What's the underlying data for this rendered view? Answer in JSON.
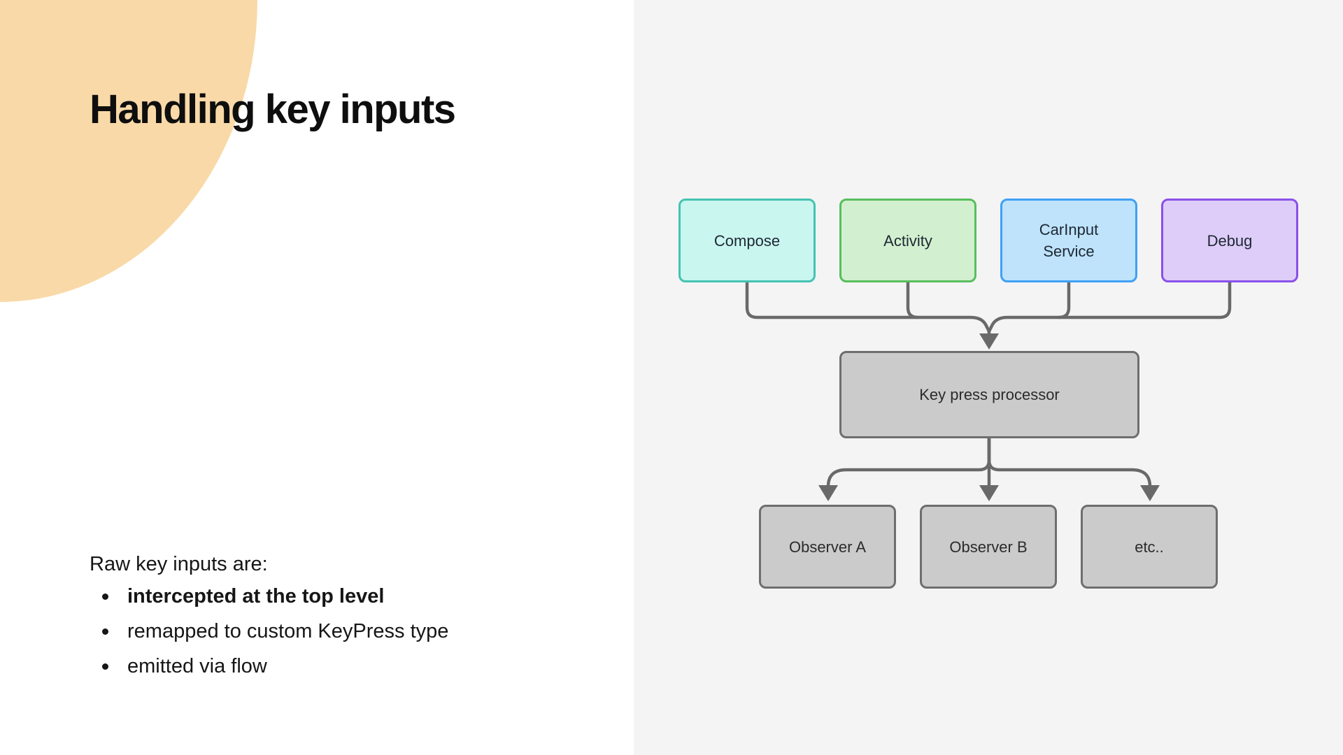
{
  "slide": {
    "title": "Handling key inputs"
  },
  "body": {
    "intro": "Raw key inputs are:",
    "bullets": [
      {
        "text": "intercepted at the top level",
        "bold": true
      },
      {
        "text": "remapped to custom KeyPress type",
        "bold": false
      },
      {
        "text": "emitted via flow",
        "bold": false
      }
    ]
  },
  "diagram": {
    "panel_bg": "#F4F4F5",
    "accent_circle_color": "#F9D9A8",
    "connector_color": "#696969",
    "sources": [
      {
        "label": "Compose",
        "fill": "#C9F6EF",
        "border": "#44C3B1"
      },
      {
        "label": "Activity",
        "fill": "#D2F0CF",
        "border": "#57BE5D"
      },
      {
        "label": "CarInput Service",
        "fill": "#BEE3FB",
        "border": "#40A0F5"
      },
      {
        "label": "Debug",
        "fill": "#DECDF8",
        "border": "#8A50E9"
      }
    ],
    "processor": {
      "label": "Key press processor",
      "fill": "#CBCBCB",
      "border": "#6E6E6E"
    },
    "observers": [
      {
        "label": "Observer A",
        "fill": "#CBCBCB",
        "border": "#6E6E6E"
      },
      {
        "label": "Observer B",
        "fill": "#CBCBCB",
        "border": "#6E6E6E"
      },
      {
        "label": "etc..",
        "fill": "#CBCBCB",
        "border": "#6E6E6E"
      }
    ],
    "edges": [
      "Compose -> Key press processor",
      "Activity -> Key press processor",
      "CarInput Service -> Key press processor",
      "Debug -> Key press processor",
      "Key press processor -> Observer A",
      "Key press processor -> Observer B",
      "Key press processor -> etc.."
    ]
  }
}
